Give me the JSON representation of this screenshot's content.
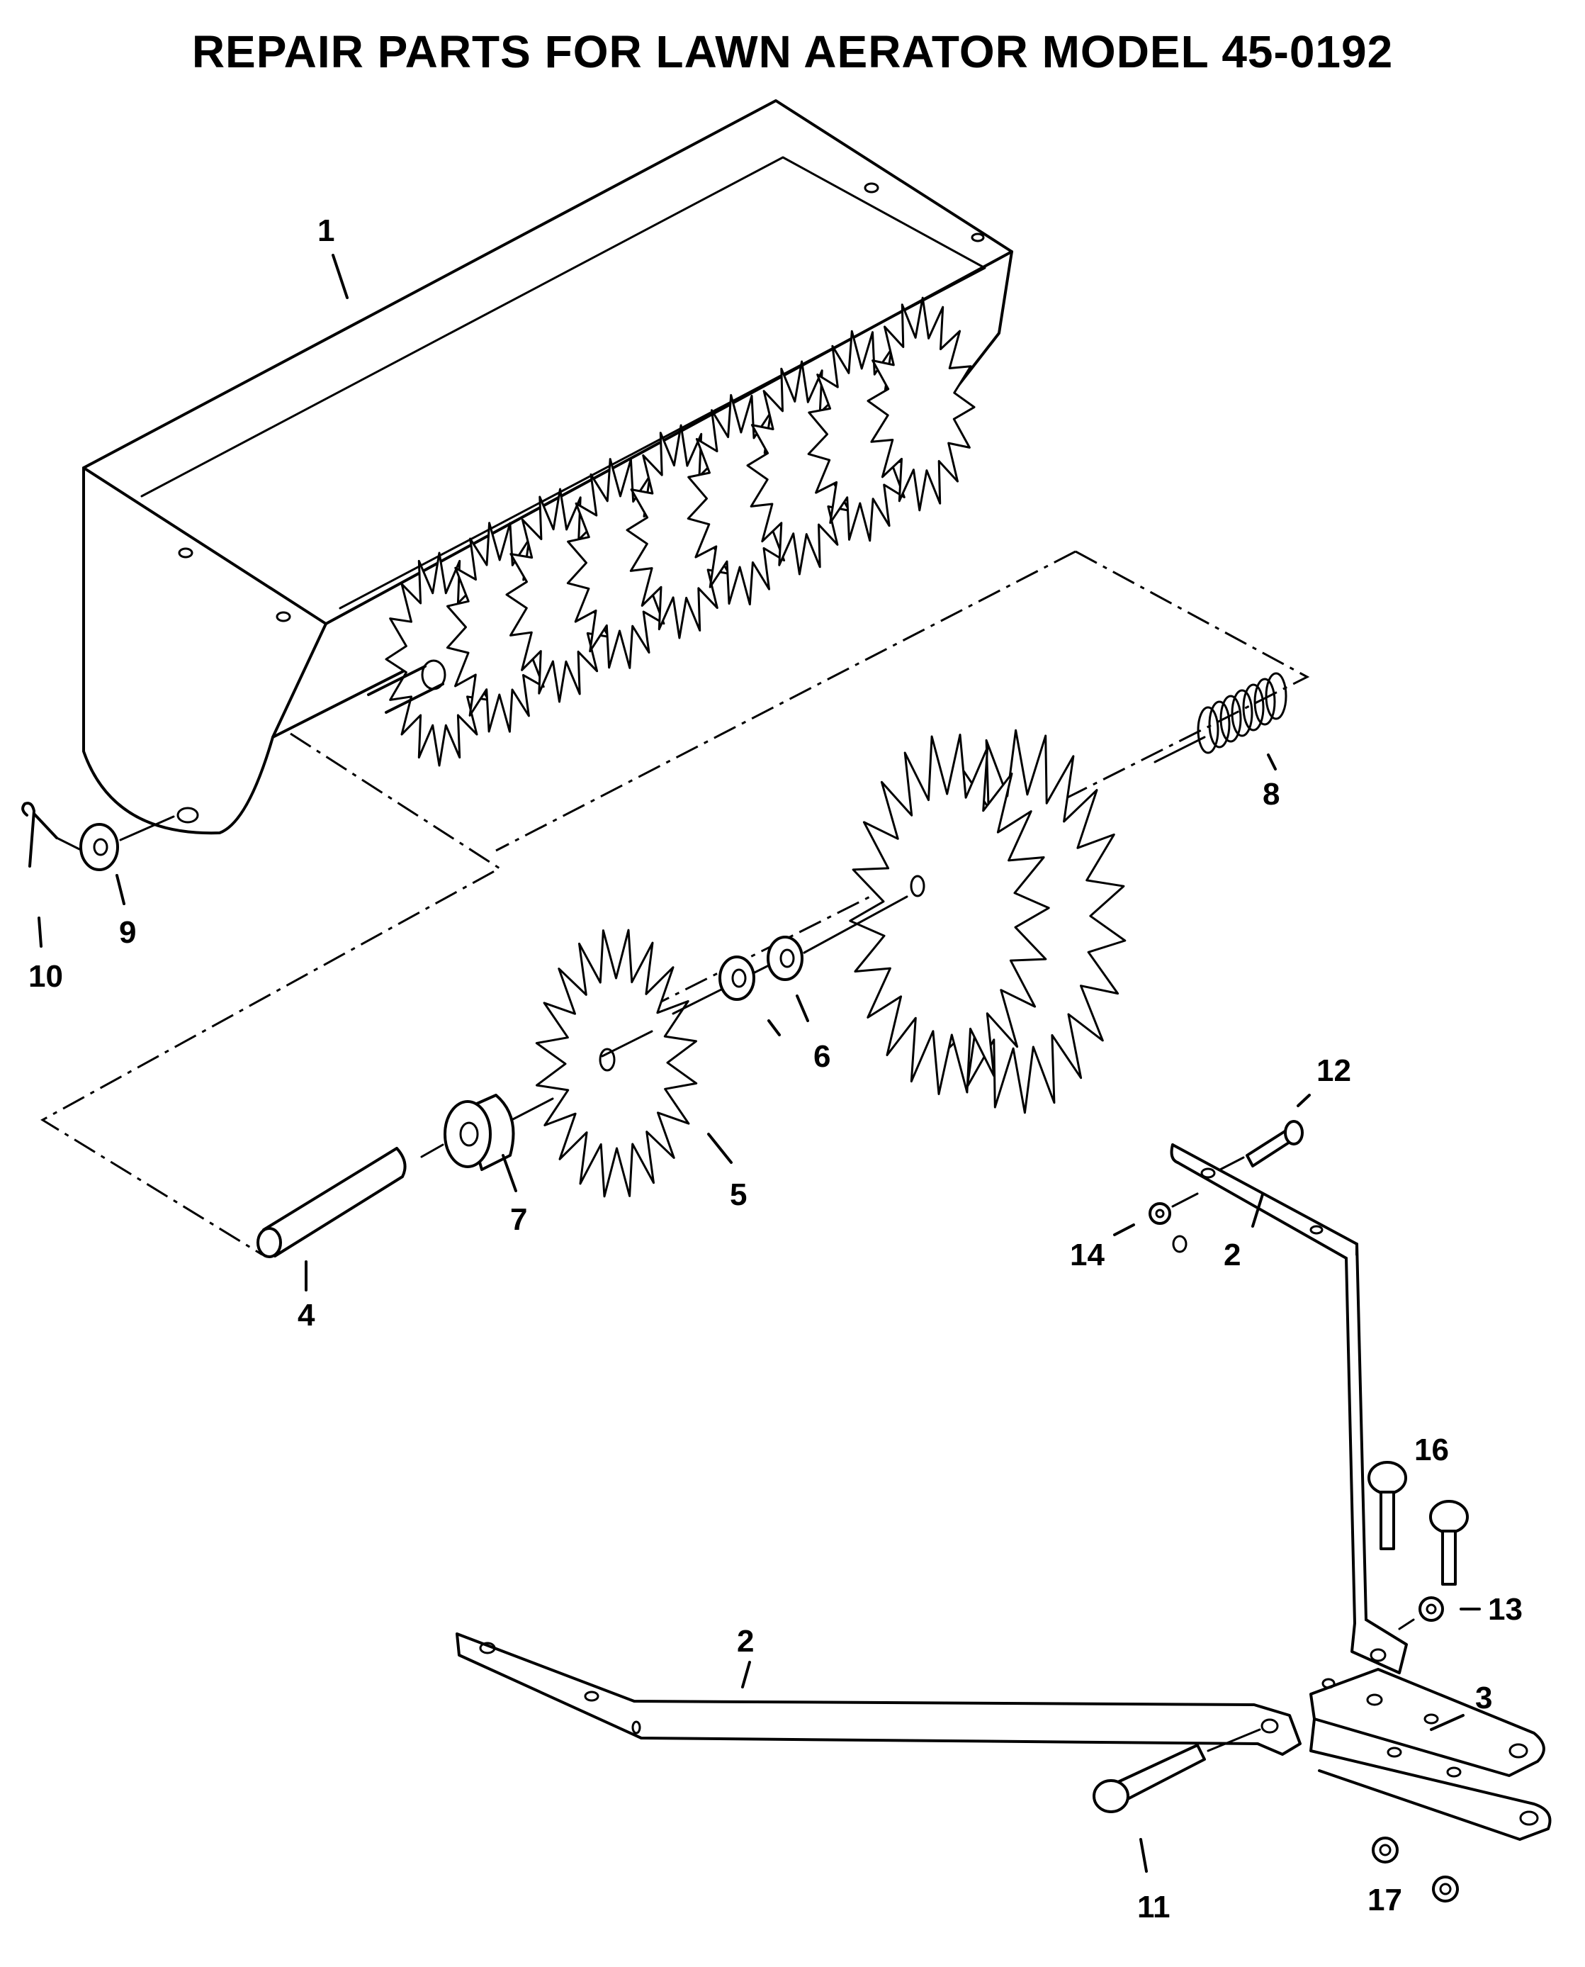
{
  "title": "REPAIR PARTS FOR LAWN AERATOR MODEL 45-0192",
  "callouts": [
    {
      "id": "p1",
      "label": "1"
    },
    {
      "id": "p2a",
      "label": "2"
    },
    {
      "id": "p2b",
      "label": "2"
    },
    {
      "id": "p3",
      "label": "3"
    },
    {
      "id": "p4",
      "label": "4"
    },
    {
      "id": "p5",
      "label": "5"
    },
    {
      "id": "p6",
      "label": "6"
    },
    {
      "id": "p7",
      "label": "7"
    },
    {
      "id": "p8",
      "label": "8"
    },
    {
      "id": "p9",
      "label": "9"
    },
    {
      "id": "p10",
      "label": "10"
    },
    {
      "id": "p11",
      "label": "11"
    },
    {
      "id": "p12",
      "label": "12"
    },
    {
      "id": "p13",
      "label": "13"
    },
    {
      "id": "p14",
      "label": "14"
    },
    {
      "id": "p16",
      "label": "16"
    },
    {
      "id": "p17",
      "label": "17"
    }
  ]
}
